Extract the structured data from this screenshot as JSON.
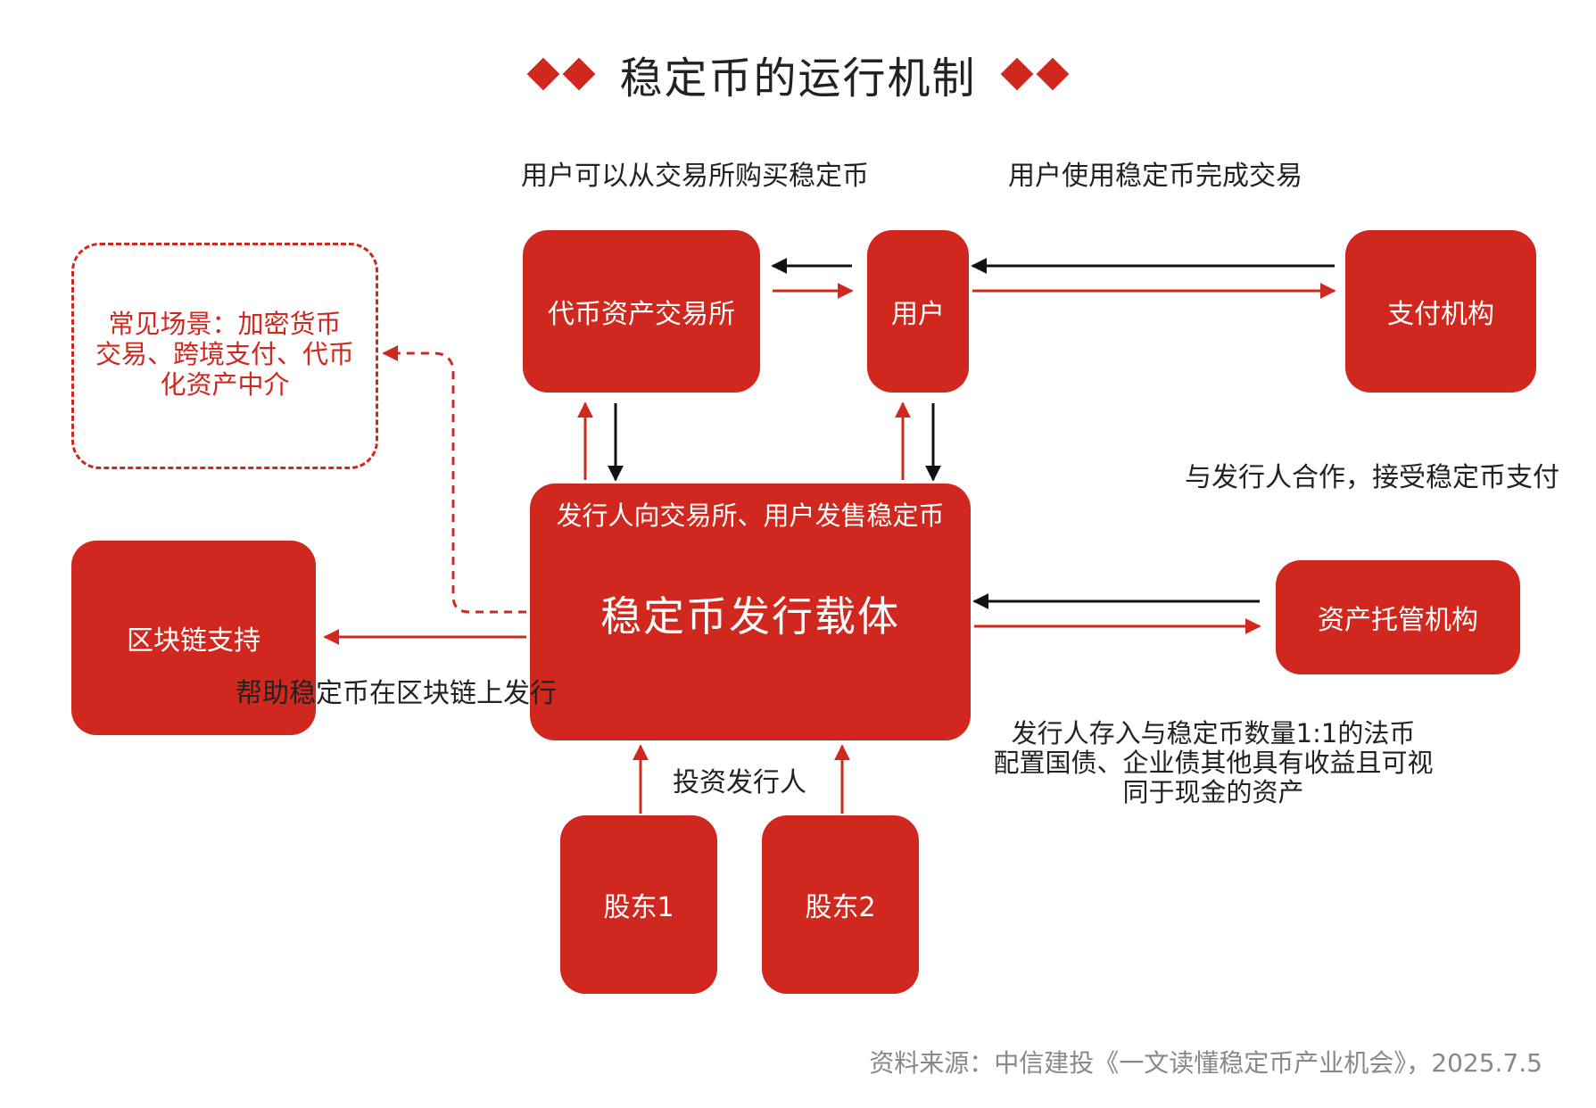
{
  "header": {
    "title": "稳定币的运行机制"
  },
  "nodes": {
    "exchange": "代币资产交易所",
    "user": "用户",
    "payment": "支付机构",
    "issuer_subtitle": "发行人向交易所、用户发售稳定币",
    "issuer": "稳定币发行载体",
    "blockchain": "区块链支持",
    "custody": "资产托管机构",
    "shareholder1": "股东1",
    "shareholder2": "股东2"
  },
  "labels": {
    "buy_from_exchange": "用户可以从交易所购买稳定币",
    "use_stablecoin": "用户使用稳定币完成交易",
    "cooperate": "与发行人合作，接受稳定币支付",
    "blockchain_help": "帮助稳定币在区块链上发行",
    "invest": "投资发行人",
    "reserve_lines": [
      "发行人存入与稳定币数量1:1的法币",
      "配置国债、企业债其他具有收益且可视",
      "同于现金的资产"
    ]
  },
  "scenario": {
    "lines": [
      "常见场景：加密货币",
      "交易、跨境支付、代币",
      "化资产中介"
    ]
  },
  "footer": {
    "source": "资料来源：中信建投《一文读懂稳定币产业机会》，2025.7.5"
  },
  "colors": {
    "accent": "#d0281f",
    "text": "#222222",
    "muted": "#888888",
    "dark_arrow": "#111111"
  }
}
